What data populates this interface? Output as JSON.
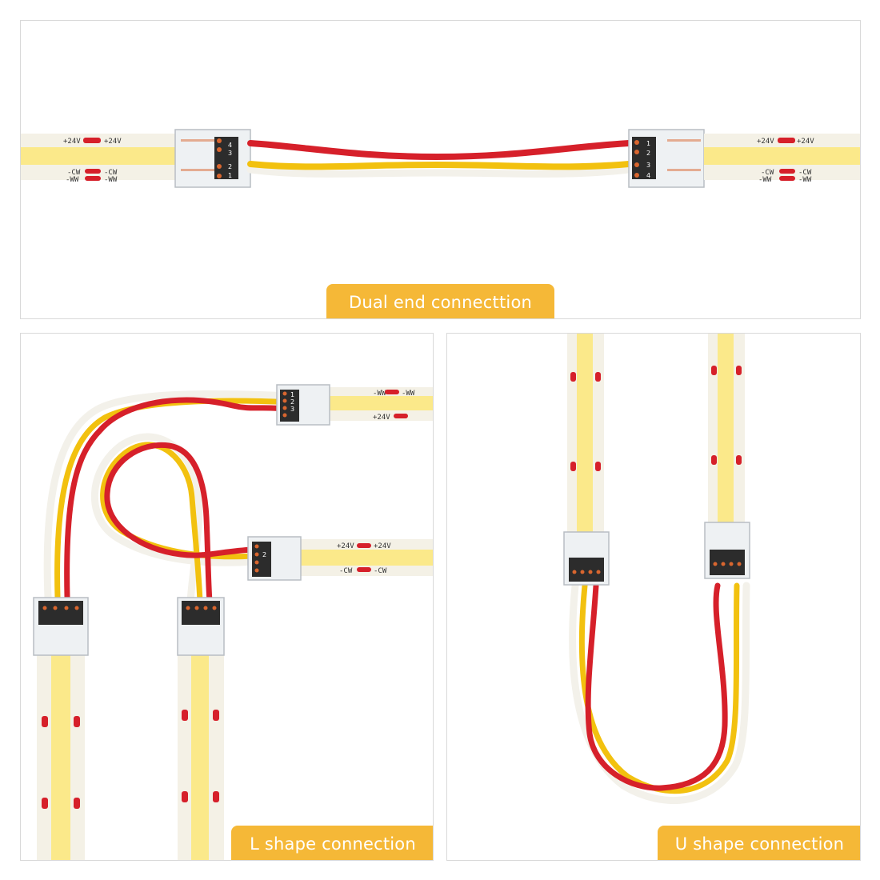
{
  "captions": {
    "dual": "Dual end connecttion",
    "l_shape": "L shape connection",
    "u_shape": "U shape connection"
  },
  "strip_labels": {
    "plus": "+24V",
    "cw": "-CW",
    "ww": "-WW"
  },
  "pin_numbers": [
    "1",
    "2",
    "3",
    "4"
  ],
  "colors": {
    "caption_bg": "#f5b837",
    "caption_text": "#ffffff",
    "strip_yellow": "#fbe98a",
    "strip_base": "#f4f1e6",
    "wire_red": "#d6202a",
    "wire_yellow": "#f2c10f",
    "wire_white": "#f3f1ea",
    "connector_dark": "#2c2c2c",
    "pad_copper": "#d9662f",
    "border": "#d9d9d9"
  }
}
